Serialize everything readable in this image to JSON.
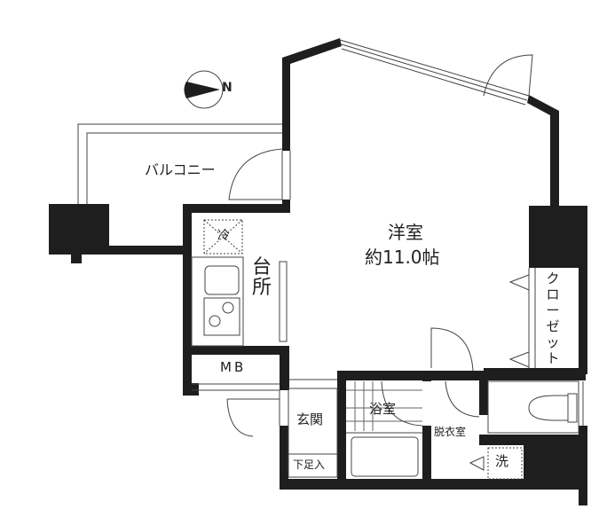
{
  "compass": {
    "label": "N",
    "icon": "north-arrow-icon"
  },
  "rooms": {
    "balcony": "バルコニー",
    "western_room_name": "洋室",
    "western_room_size": "約11.0帖",
    "kitchen": "台所",
    "fridge": "冷",
    "meter_box": "MB",
    "closet": "クローゼット",
    "entrance": "玄関",
    "shoe_box": "下足入",
    "bathroom": "浴室",
    "dressing_room": "脱衣室",
    "washer": "洗"
  },
  "colors": {
    "wall": "#1e1e1e",
    "line": "#333333",
    "background": "#ffffff"
  }
}
